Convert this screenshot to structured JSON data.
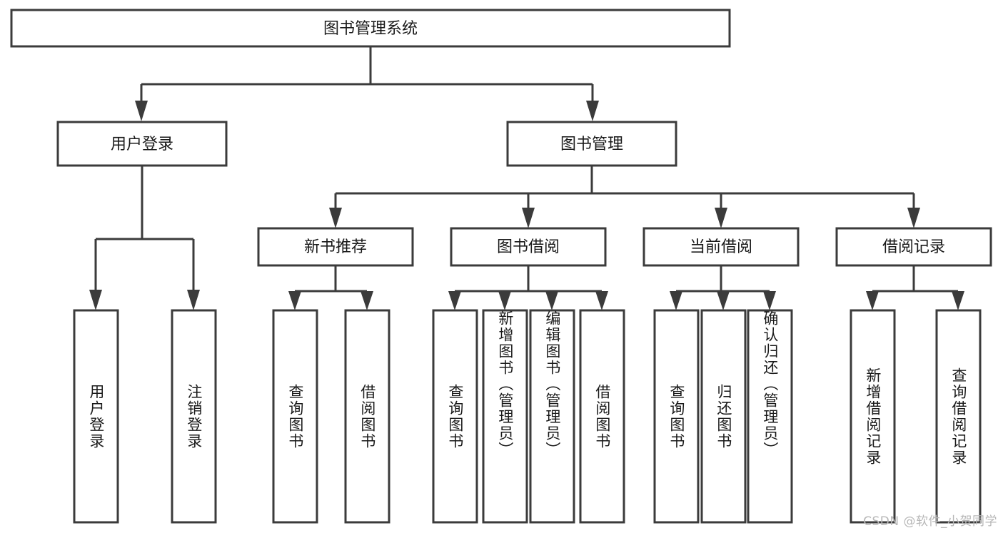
{
  "diagram": {
    "type": "tree",
    "title": "图书管理系统",
    "root": {
      "id": "root",
      "label": "图书管理系统"
    },
    "level2": [
      {
        "id": "user-login",
        "label": "用户登录"
      },
      {
        "id": "book-manage",
        "label": "图书管理"
      }
    ],
    "level3": [
      {
        "id": "new-book-recommend",
        "label": "新书推荐",
        "parent": "book-manage"
      },
      {
        "id": "book-borrow",
        "label": "图书借阅",
        "parent": "book-manage"
      },
      {
        "id": "current-borrow",
        "label": "当前借阅",
        "parent": "book-manage"
      },
      {
        "id": "borrow-record",
        "label": "借阅记录",
        "parent": "book-manage"
      }
    ],
    "leaves": {
      "user_login": [
        {
          "id": "leaf-user-login",
          "label": "用户登录"
        },
        {
          "id": "leaf-logout-login",
          "label": "注销登录"
        }
      ],
      "new_book_recommend": [
        {
          "id": "leaf-query-book-1",
          "label": "查询图书"
        },
        {
          "id": "leaf-borrow-book-1",
          "label": "借阅图书"
        }
      ],
      "book_borrow": [
        {
          "id": "leaf-query-book-2",
          "label": "查询图书"
        },
        {
          "id": "leaf-add-book",
          "label": "新增图书（管理员）"
        },
        {
          "id": "leaf-edit-book",
          "label": "编辑图书（管理员）"
        },
        {
          "id": "leaf-borrow-book-2",
          "label": "借阅图书"
        }
      ],
      "current_borrow": [
        {
          "id": "leaf-query-book-3",
          "label": "查询图书"
        },
        {
          "id": "leaf-return-book",
          "label": "归还图书"
        },
        {
          "id": "leaf-confirm-return",
          "label": "确认归还（管理员）"
        }
      ],
      "borrow_record": [
        {
          "id": "leaf-add-borrow-record",
          "label": "新增借阅记录"
        },
        {
          "id": "leaf-query-borrow-record",
          "label": "查询借阅记录"
        }
      ]
    },
    "colors": {
      "stroke": "#3b3b3b",
      "fill": "#ffffff",
      "text": "#1a1a1a",
      "watermark": "#b7b7b7"
    }
  },
  "watermark": {
    "text": "CSDN @软件_小贺同学"
  }
}
